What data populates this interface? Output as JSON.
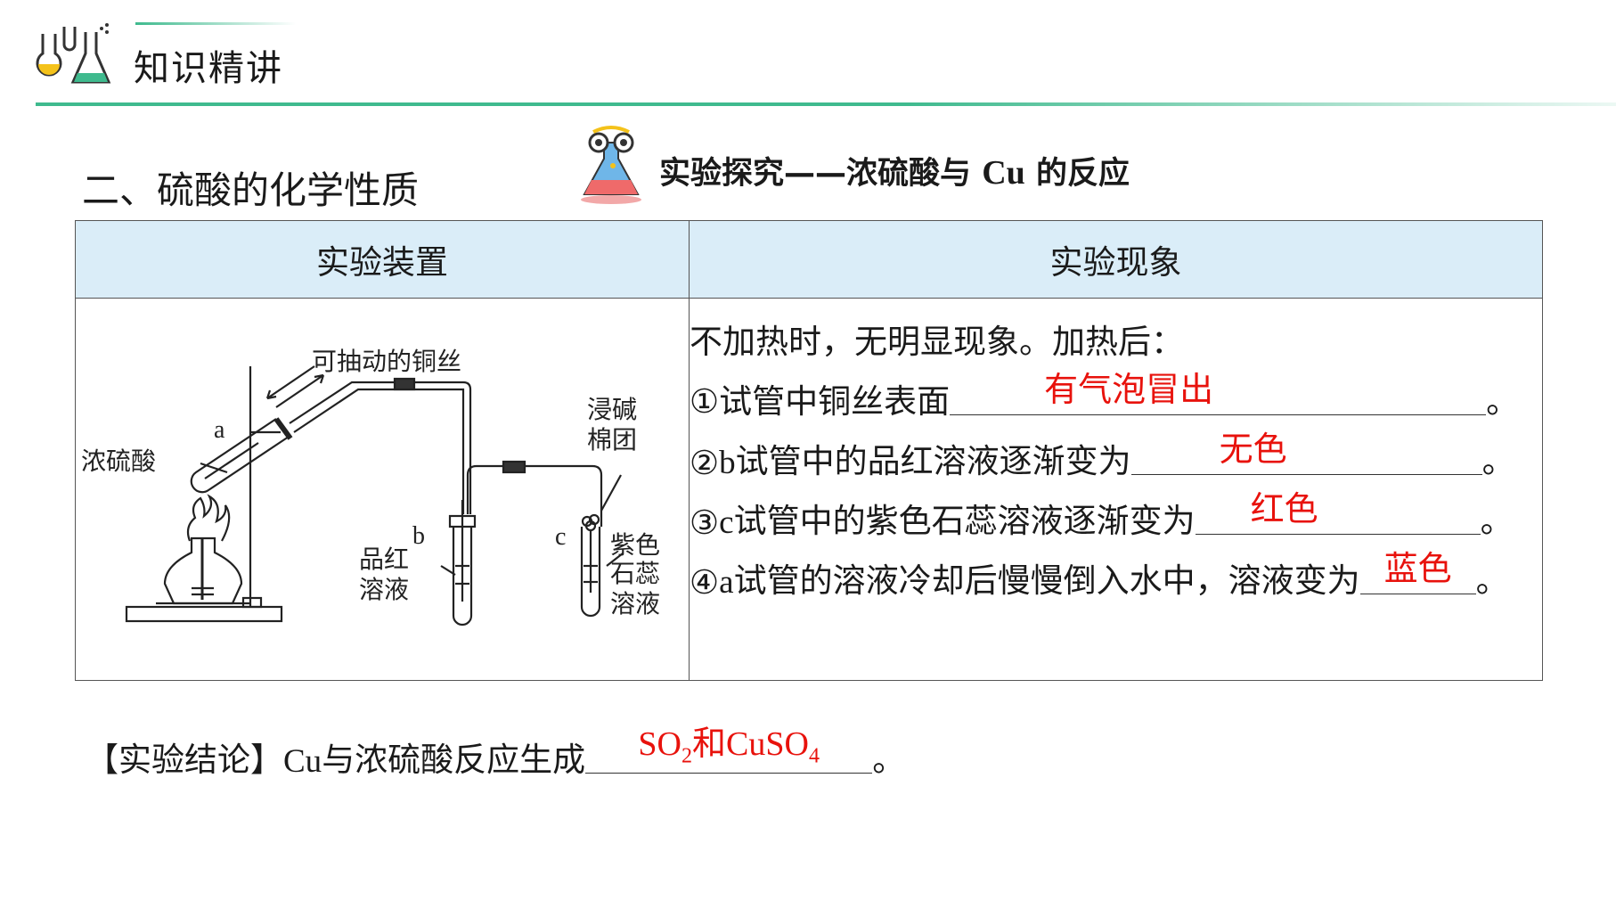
{
  "header": {
    "title": "知识精讲",
    "icon": "lab-flask-icon"
  },
  "section": {
    "title": "二、硫酸的化学性质"
  },
  "experiment": {
    "title_prefix": "实验探究——浓硫酸与",
    "title_cu": "Cu",
    "title_suffix": "的反应",
    "icon": "flask-mascot-icon"
  },
  "table": {
    "col1_header": "实验装置",
    "col2_header": "实验现象"
  },
  "apparatus": {
    "label_wire": "可抽动的铜丝",
    "label_a": "a",
    "label_acid": "浓硫酸",
    "label_b": "b",
    "label_b_sol_1": "品红",
    "label_b_sol_2": "溶液",
    "label_cotton_1": "浸碱",
    "label_cotton_2": "棉团",
    "label_c": "c",
    "label_c_sol_1": "紫色",
    "label_c_sol_2": "石蕊",
    "label_c_sol_3": "溶液"
  },
  "observations": {
    "intro": "不加热时，无明显现象。加热后：",
    "item1_text": "①试管中铜丝表面",
    "item1_answer": "有气泡冒出",
    "item2_prefix": "②",
    "item2_b": "b",
    "item2_text": "试管中的品红溶液逐渐变为",
    "item2_answer": "无色",
    "item3_prefix": "③",
    "item3_c": "c",
    "item3_text": "试管中的紫色石蕊溶液逐渐变为",
    "item3_answer": "红色",
    "item4_prefix": "④",
    "item4_a": "a",
    "item4_text": "试管的溶液冷却后慢慢倒入水中，溶液变为",
    "item4_answer": "蓝色",
    "end_mark": "。"
  },
  "conclusion": {
    "prefix": "【实验结论】",
    "cu": "Cu",
    "text": "与浓硫酸反应生成",
    "ans_so": "SO",
    "ans_so_sub": "2",
    "ans_and": "和",
    "ans_cuso": "CuSO",
    "ans_cuso_sub": "4",
    "end_mark": "。"
  },
  "colors": {
    "accent": "#3fba8e",
    "answer": "#e8120c",
    "header_bg": "#daedf8"
  }
}
